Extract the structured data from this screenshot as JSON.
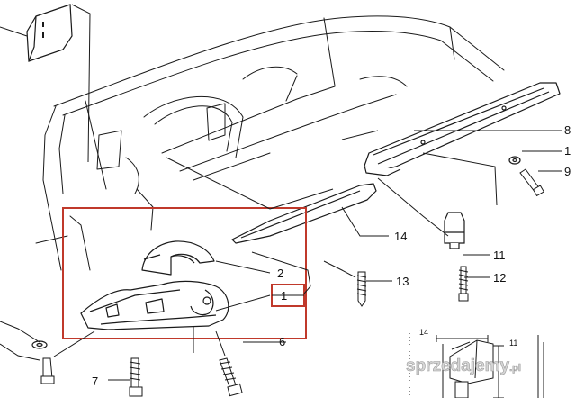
{
  "labels": {
    "l8": "8",
    "l1a": "1",
    "l9": "9",
    "l14": "14",
    "l11": "11",
    "l12": "12",
    "l13": "13",
    "l2": "2",
    "l1b": "1",
    "l6": "6",
    "l7": "7",
    "inset14": "14",
    "inset11": "11"
  },
  "watermark": {
    "text": "sprzedajemy",
    "suffix": ".pl"
  },
  "colors": {
    "line": "#1a1a1a",
    "highlight": "#c0392b",
    "watermark": "#d6d6d6"
  }
}
